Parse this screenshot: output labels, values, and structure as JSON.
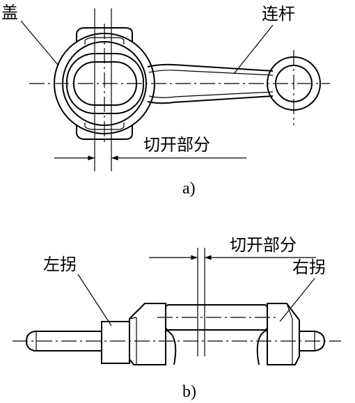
{
  "figure_a": {
    "caption": "a)",
    "labels": {
      "cap": "盖",
      "rod": "连杆",
      "cut": "切开部分"
    }
  },
  "figure_b": {
    "caption": "b)",
    "labels": {
      "left": "左拐",
      "right": "右拐",
      "cut": "切开部分"
    }
  }
}
